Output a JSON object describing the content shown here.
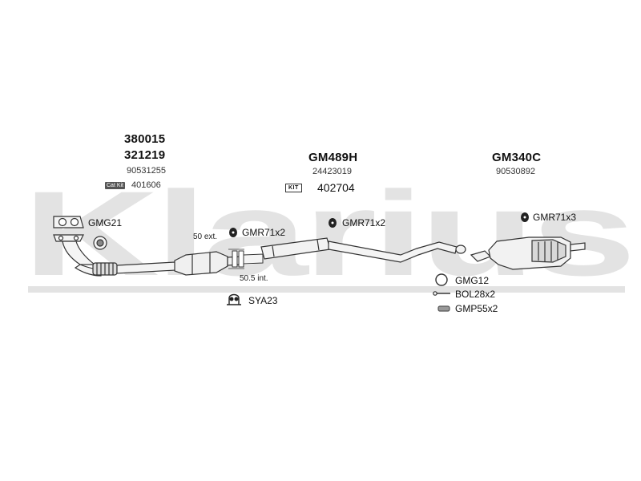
{
  "watermark": "Klarius",
  "left_section": {
    "part_1": "380015",
    "part_2": "321219",
    "oe_number": "90531255",
    "cat_kit_label": "Cat Kit",
    "cat_kit_number": "401606",
    "gasket": "GMG21"
  },
  "middle_section": {
    "part": "GM489H",
    "oe_number": "24423019",
    "kit_label": "KIT",
    "kit_number": "402704",
    "rubber_left": "GMR71x2",
    "rubber_right": "GMR71x2",
    "dim_ext": "50 ext.",
    "dim_int": "50.5 int.",
    "clamp": "SYA23"
  },
  "right_section": {
    "part": "GM340C",
    "oe_number": "90530892",
    "rubber": "GMR71x3",
    "gasket": "GMG12",
    "bolt": "BOL28x2",
    "spring": "GMP55x2"
  },
  "colors": {
    "watermark": "#e3e3e3",
    "pipe_stroke": "#333333",
    "pipe_fill": "#f4f4f4",
    "part_dark": "#222222"
  }
}
